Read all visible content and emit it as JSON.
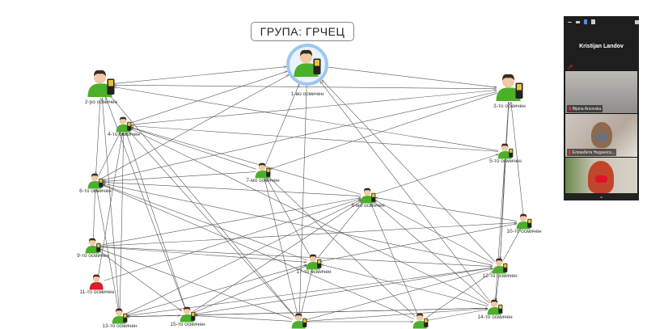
{
  "title": "ГРУПА: ГРЧЕЦ",
  "nodes": [
    {
      "id": 1,
      "label": "1-во осмичен",
      "type": "main"
    },
    {
      "id": 2,
      "label": "2-ро осмичен",
      "type": "big"
    },
    {
      "id": 3,
      "label": "3-то осмичен",
      "type": "big"
    },
    {
      "id": 4,
      "label": "4-то осмичен",
      "type": "male"
    },
    {
      "id": 5,
      "label": "5-то осмичен",
      "type": "male"
    },
    {
      "id": 6,
      "label": "6-то осмичен",
      "type": "male"
    },
    {
      "id": 7,
      "label": "7-мо осмичен",
      "type": "male"
    },
    {
      "id": 8,
      "label": "8-мо осмичен",
      "type": "male"
    },
    {
      "id": 9,
      "label": "9-то осмичен",
      "type": "male"
    },
    {
      "id": 10,
      "label": "10-то осмичен",
      "type": "male"
    },
    {
      "id": 11,
      "label": "11-то осмичен",
      "type": "female"
    },
    {
      "id": 12,
      "label": "12-то осмичен",
      "type": "male"
    },
    {
      "id": 13,
      "label": "13-то осмичен",
      "type": "male"
    },
    {
      "id": 14,
      "label": "14-то осмичен",
      "type": "male"
    },
    {
      "id": 15,
      "label": "15-то осмичен",
      "type": "male"
    },
    {
      "id": 16,
      "label": "",
      "type": "male"
    },
    {
      "id": 17,
      "label": "17-то осмичен",
      "type": "male"
    },
    {
      "id": 18,
      "label": "",
      "type": "male"
    }
  ],
  "edges": [
    [
      2,
      1
    ],
    [
      4,
      1
    ],
    [
      6,
      1
    ],
    [
      7,
      1
    ],
    [
      3,
      2
    ],
    [
      5,
      2
    ],
    [
      12,
      1
    ],
    [
      14,
      1
    ],
    [
      1,
      3
    ],
    [
      4,
      3
    ],
    [
      5,
      4
    ],
    [
      8,
      4
    ],
    [
      14,
      4
    ],
    [
      16,
      4
    ],
    [
      15,
      4
    ],
    [
      13,
      4
    ],
    [
      6,
      4
    ],
    [
      2,
      6
    ],
    [
      7,
      4
    ],
    [
      7,
      6
    ],
    [
      8,
      6
    ],
    [
      12,
      6
    ],
    [
      3,
      6
    ],
    [
      9,
      6
    ],
    [
      17,
      6
    ],
    [
      13,
      2
    ],
    [
      15,
      2
    ],
    [
      16,
      2
    ],
    [
      10,
      3
    ],
    [
      12,
      3
    ],
    [
      3,
      7
    ],
    [
      16,
      7
    ],
    [
      17,
      7
    ],
    [
      18,
      7
    ],
    [
      8,
      5
    ],
    [
      9,
      8
    ],
    [
      13,
      8
    ],
    [
      15,
      8
    ],
    [
      17,
      8
    ],
    [
      18,
      8
    ],
    [
      12,
      8
    ],
    [
      14,
      8
    ],
    [
      10,
      8
    ],
    [
      9,
      10
    ],
    [
      17,
      10
    ],
    [
      12,
      10
    ],
    [
      9,
      17
    ],
    [
      13,
      17
    ],
    [
      15,
      17
    ],
    [
      14,
      17
    ],
    [
      16,
      17
    ],
    [
      11,
      4
    ],
    [
      13,
      15
    ],
    [
      16,
      15
    ],
    [
      14,
      15
    ],
    [
      12,
      15
    ],
    [
      9,
      15
    ],
    [
      15,
      13
    ],
    [
      12,
      13
    ],
    [
      14,
      13
    ],
    [
      16,
      14
    ],
    [
      18,
      14
    ],
    [
      16,
      18
    ],
    [
      12,
      14
    ],
    [
      18,
      12
    ],
    [
      16,
      12
    ],
    [
      9,
      12
    ],
    [
      5,
      12
    ],
    [
      3,
      14
    ],
    [
      1,
      16
    ],
    [
      11,
      8
    ],
    [
      13,
      6
    ],
    [
      16,
      9
    ],
    [
      18,
      6
    ]
  ],
  "zoom_panel": {
    "host_name": "Kristijan Landov",
    "participants": [
      {
        "name": "Bijana Arsovska"
      },
      {
        "name": "Елизабета Неданоск..."
      },
      {
        "name": ""
      }
    ],
    "chevron": "⌄"
  },
  "colors": {
    "node_green": "#4caf2a",
    "node_red": "#d4202a",
    "highlight": "#9cc8f0",
    "zoom_bg": "#1e1e1e"
  }
}
